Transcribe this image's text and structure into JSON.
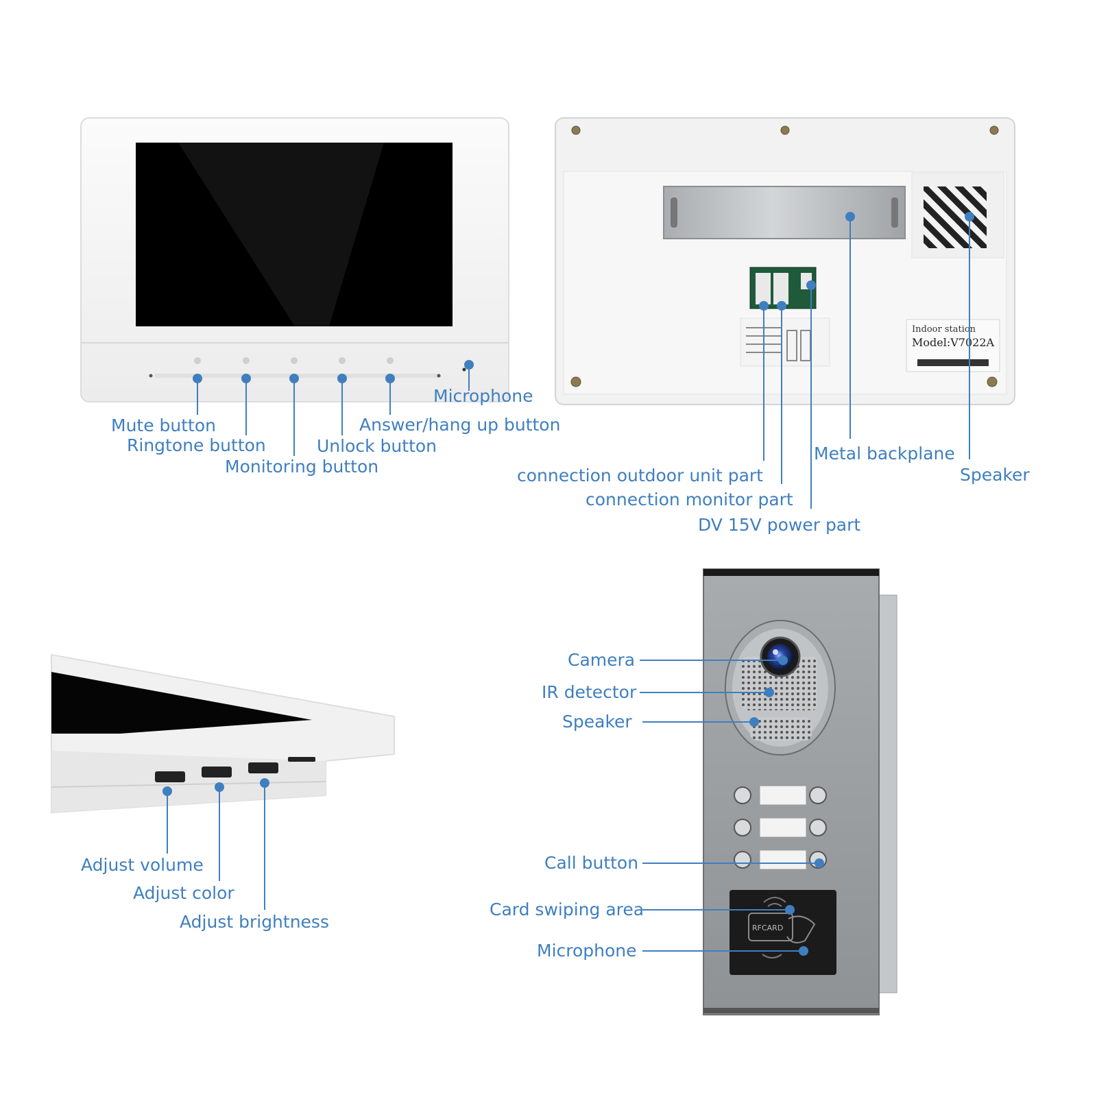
{
  "colors": {
    "accent": "#3f7fbf",
    "bezel": "#f4f4f4",
    "screen": "#000000",
    "panel_metal": "#b9bcbf",
    "panel_dark": "#1e1e1e"
  },
  "monitor_front": {
    "labels": {
      "mute": "Mute button",
      "ringtone": "Ringtone button",
      "monitoring": "Monitoring button",
      "unlock": "Unlock button",
      "answer": "Answer/hang up button",
      "microphone": "Microphone"
    }
  },
  "monitor_back": {
    "labels": {
      "metal_backplane": "Metal backplane",
      "speaker": "Speaker",
      "outdoor_unit": "connection outdoor unit part",
      "monitor_part": "connection monitor part",
      "power": "DV 15V power part"
    },
    "sticker": {
      "title": "Indoor station",
      "model": "Model:V7022A"
    }
  },
  "monitor_side": {
    "labels": {
      "volume": "Adjust volume",
      "color": "Adjust color",
      "brightness": "Adjust brightness"
    }
  },
  "outdoor_panel": {
    "labels": {
      "camera": "Camera",
      "ir": "IR detector",
      "speaker": "Speaker",
      "call": "Call button",
      "card": "Card swiping area",
      "microphone": "Microphone"
    },
    "card_text": "RFCARD"
  }
}
